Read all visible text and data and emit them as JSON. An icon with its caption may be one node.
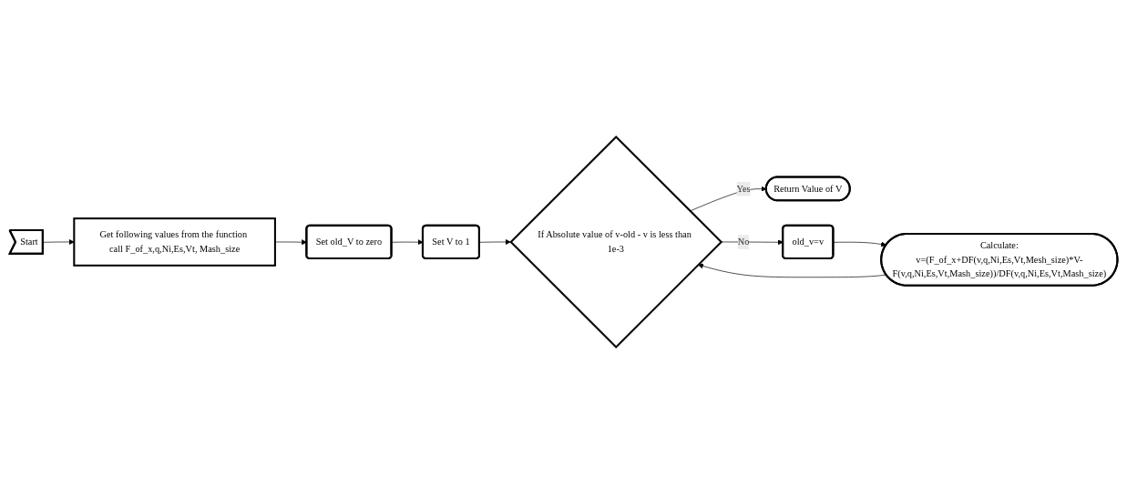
{
  "diagram": {
    "nodes": [
      {
        "text": [
          "Start"
        ]
      },
      {
        "text": [
          "Get following values from the function call F_of_x,q,Ni,Es,Vt, Mash_size"
        ]
      },
      {
        "text": [
          "Set old_V to zero"
        ]
      },
      {
        "text": [
          "Set V to 1"
        ]
      },
      {
        "text": [
          "If Absolute value of v-old - v is less than 1e-3"
        ]
      },
      {
        "text": [
          "Return Value of V"
        ]
      },
      {
        "text": [
          "old_v=v"
        ]
      },
      {
        "text": [
          "Calculate:",
          "v=(F_of_x+DF(v,q,Ni,Es,Vt,Mesh_size)*V-F(v,q,Ni,Es,Vt,Mash_size))/DF(v,q,Ni,Es,Vt,Mash_size)"
        ]
      }
    ],
    "edges": [
      {
        "from": 0,
        "to": 1,
        "arrow": "to"
      },
      {
        "from": 1,
        "to": 2,
        "arrow": "to"
      },
      {
        "from": 2,
        "to": 3,
        "arrow": "to"
      },
      {
        "from": 3,
        "to": 4,
        "arrow": "to"
      },
      {
        "from": 4,
        "to": 5,
        "arrow": "to",
        "label": "Yes"
      },
      {
        "from": 4,
        "to": 6,
        "arrow": "to",
        "label": "No"
      },
      {
        "from": 6,
        "to": 7,
        "arrow": "to"
      },
      {
        "from": 7,
        "to": 4,
        "arrow": "to"
      }
    ]
  }
}
